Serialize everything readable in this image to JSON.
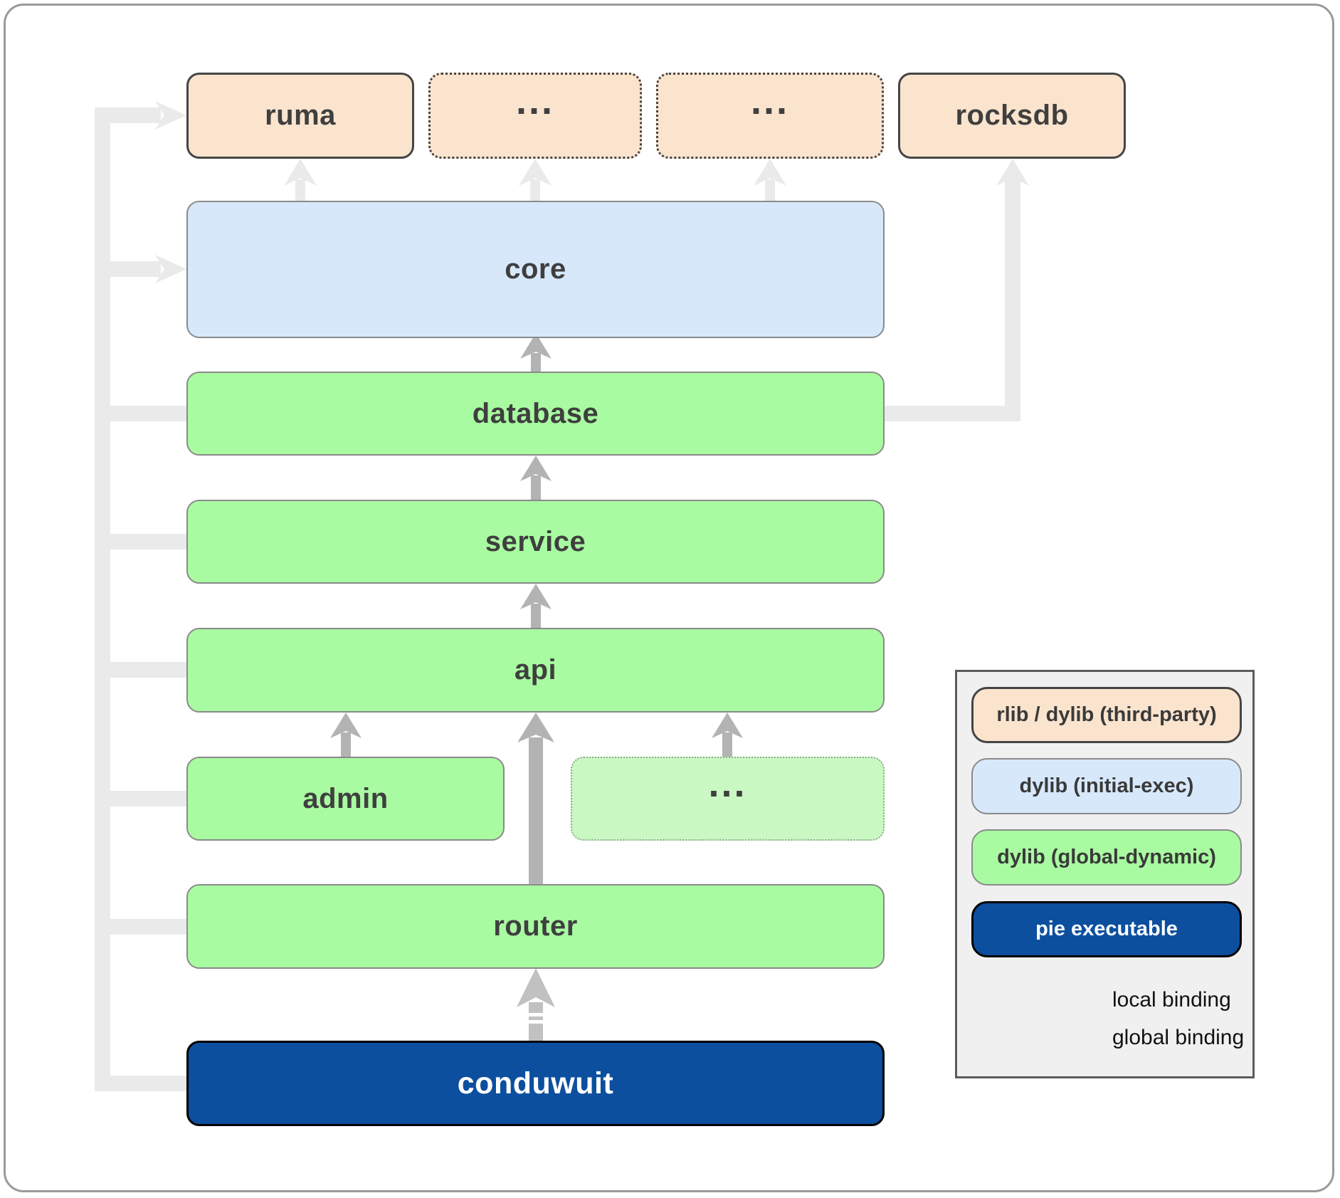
{
  "diagram": {
    "nodes": {
      "ruma": {
        "label": "ruma",
        "type": "rlib / dylib (third-party)"
      },
      "ellipsis1": {
        "label": "...",
        "type": "rlib / dylib (third-party)"
      },
      "ellipsis2": {
        "label": "...",
        "type": "rlib / dylib (third-party)"
      },
      "rocksdb": {
        "label": "rocksdb",
        "type": "rlib / dylib (third-party)"
      },
      "core": {
        "label": "core",
        "type": "dylib (initial-exec)"
      },
      "database": {
        "label": "database",
        "type": "dylib (global-dynamic)"
      },
      "service": {
        "label": "service",
        "type": "dylib (global-dynamic)"
      },
      "api": {
        "label": "api",
        "type": "dylib (global-dynamic)"
      },
      "admin": {
        "label": "admin",
        "type": "dylib (global-dynamic)"
      },
      "ellipsis3": {
        "label": "...",
        "type": "dylib (global-dynamic)"
      },
      "router": {
        "label": "router",
        "type": "dylib (global-dynamic)"
      },
      "conduwuit": {
        "label": "conduwuit",
        "type": "pie executable"
      }
    },
    "legend": {
      "items": [
        {
          "label": "rlib / dylib (third-party)",
          "color": "#fbe4ce"
        },
        {
          "label": "dylib (initial-exec)",
          "color": "#d7e8fb"
        },
        {
          "label": "dylib (global-dynamic)",
          "color": "#a9fba1"
        },
        {
          "label": "pie executable",
          "color": "#0d4f9f"
        }
      ],
      "bindings": [
        {
          "label": "local binding",
          "style": "dashed"
        },
        {
          "label": "global binding",
          "style": "solid"
        }
      ]
    },
    "colors": {
      "peach": "#fbe4ce",
      "light_blue": "#d7e8fb",
      "green": "#a9fba1",
      "light_green": "#c9f8c2",
      "navy": "#0d4f9f",
      "connector_light": "#eaeaea",
      "connector_medium": "#b3b3b3",
      "connector_silver": "#c1c1c1"
    }
  }
}
